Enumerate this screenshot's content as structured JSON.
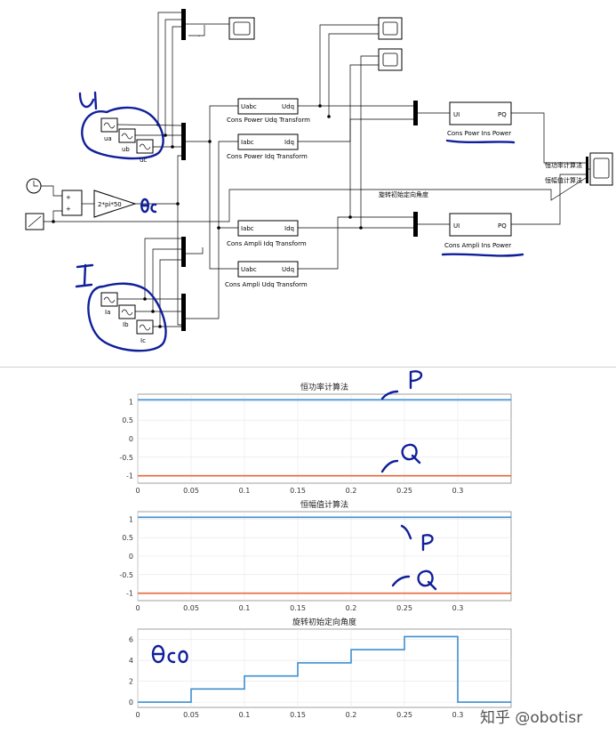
{
  "diagram": {
    "sources": {
      "voltage": [
        "ua",
        "ub",
        "uc"
      ],
      "current": [
        "Ia",
        "Ib",
        "Ic"
      ]
    },
    "gain_label": "2*pi*50",
    "sum_signs": [
      "+",
      "+"
    ],
    "transforms": [
      {
        "in": "Uabc",
        "out": "Udq",
        "name": "Cons Power Udq Transform"
      },
      {
        "in": "Iabc",
        "out": "Idq",
        "name": "Cons Power Idq Transform"
      },
      {
        "in": "Iabc",
        "out": "Idq",
        "name": "Cons Ampli Idq Transform"
      },
      {
        "in": "Uabc",
        "out": "Udq",
        "name": "Cons Ampli Udq Transform"
      }
    ],
    "power_blocks": [
      {
        "in": "UI",
        "out": "PQ",
        "name": "Cons Powr Ins Power"
      },
      {
        "in": "UI",
        "out": "PQ",
        "name": "Cons Ampli Ins Power"
      }
    ],
    "signal_labels": {
      "const_power": "恒功率计算法",
      "const_ampli": "恒幅值计算法",
      "angle": "旋转初始定向角度"
    }
  },
  "annotations": {
    "u": "U",
    "i": "I",
    "theta": "θc",
    "p1": "P",
    "q1": "Q",
    "p2": "P",
    "q2": "Q",
    "theta0": "θc0"
  },
  "watermark": "知乎 @obotisr",
  "colors": {
    "series_blue": "#3d8fd1",
    "series_orange": "#e8663a",
    "ink": "#0f1f9a"
  },
  "chart_data": [
    {
      "type": "line",
      "title": "恒功率计算法",
      "xlim": [
        0,
        0.35
      ],
      "ylim": [
        -1.2,
        1.2
      ],
      "xticks": [
        "0",
        "0.05",
        "0.1",
        "0.15",
        "0.2",
        "0.25",
        "0.3"
      ],
      "yticks": [
        "1",
        "0.5",
        "0",
        "-0.5",
        "-1"
      ],
      "series": [
        {
          "values": [
            [
              0,
              1.05
            ],
            [
              0.35,
              1.05
            ]
          ],
          "color": "#3d8fd1"
        },
        {
          "values": [
            [
              0,
              -1.0
            ],
            [
              0.35,
              -1.0
            ]
          ],
          "color": "#e8663a"
        }
      ],
      "grid": true
    },
    {
      "type": "line",
      "title": "恒幅值计算法",
      "xlim": [
        0,
        0.35
      ],
      "ylim": [
        -1.2,
        1.2
      ],
      "xticks": [
        "0",
        "0.05",
        "0.1",
        "0.15",
        "0.2",
        "0.25",
        "0.3"
      ],
      "yticks": [
        "1",
        "0.5",
        "0",
        "-0.5",
        "-1"
      ],
      "series": [
        {
          "values": [
            [
              0,
              1.05
            ],
            [
              0.35,
              1.05
            ]
          ],
          "color": "#3d8fd1"
        },
        {
          "values": [
            [
              0,
              -1.0
            ],
            [
              0.35,
              -1.0
            ]
          ],
          "color": "#e8663a"
        }
      ],
      "grid": true
    },
    {
      "type": "line",
      "title": "旋转初始定向角度",
      "xlim": [
        0,
        0.35
      ],
      "ylim": [
        -0.5,
        7
      ],
      "xticks": [
        "0",
        "0.05",
        "0.1",
        "0.15",
        "0.2",
        "0.25",
        "0.3"
      ],
      "yticks": [
        "6",
        "4",
        "2",
        "0"
      ],
      "series": [
        {
          "values": [
            [
              0,
              0
            ],
            [
              0.05,
              0
            ],
            [
              0.05,
              1.26
            ],
            [
              0.1,
              1.26
            ],
            [
              0.1,
              2.51
            ],
            [
              0.15,
              2.51
            ],
            [
              0.15,
              3.77
            ],
            [
              0.2,
              3.77
            ],
            [
              0.2,
              5.03
            ],
            [
              0.25,
              5.03
            ],
            [
              0.25,
              6.28
            ],
            [
              0.3,
              6.28
            ],
            [
              0.3,
              0
            ],
            [
              0.35,
              0
            ]
          ],
          "color": "#3d8fd1"
        }
      ],
      "grid": true
    }
  ]
}
